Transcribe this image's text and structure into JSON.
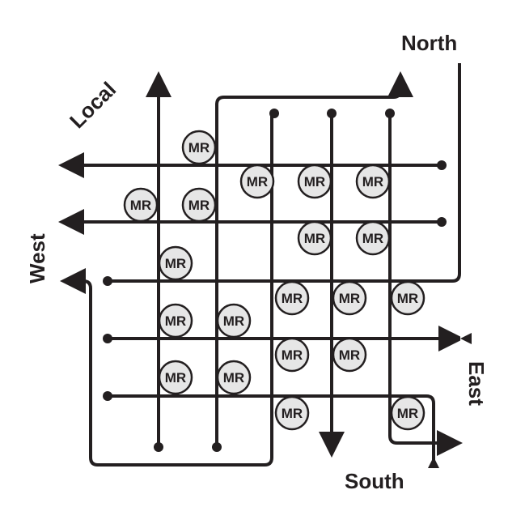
{
  "labels": {
    "north": "North",
    "south": "South",
    "east": "East",
    "west": "West",
    "local": "Local"
  },
  "router_label": "MR",
  "router_fill": "#e6e6e6",
  "line_color": "#231f20"
}
